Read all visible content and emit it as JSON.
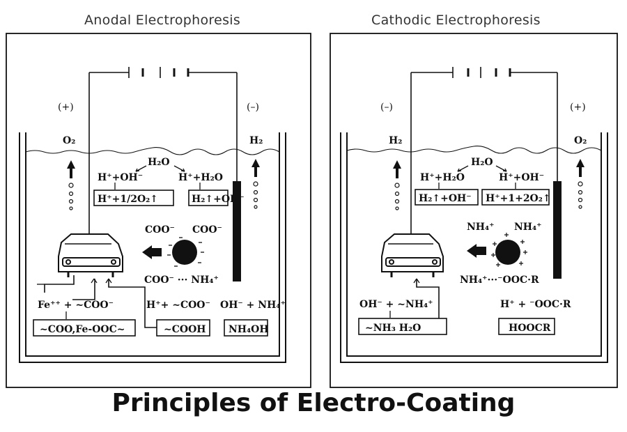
{
  "title": "Principles of Electro-Coating",
  "anodal": {
    "title": "Anodal Electrophoresis",
    "left_polarity": "(+)",
    "right_polarity": "(–)",
    "gas_left": "O₂",
    "gas_right": "H₂",
    "water": "H₂O",
    "dissoc_left": "H⁺+OH⁻",
    "dissoc_right": "H⁺+H₂O",
    "box_left": "H⁺+1/2O₂↑",
    "box_right": "H₂↑+OH⁻",
    "coo_left": "COO⁻",
    "coo_right": "COO⁻",
    "coo_nh": "COO⁻ ··· NH₄⁺",
    "fe_reaction": "Fe⁺⁺ + ~COO⁻",
    "fe_product": "~COO,Fe-OOC~",
    "h_reaction": "H⁺+ ~COO⁻",
    "h_product": "~COOH",
    "oh_reaction": "OH⁻ + NH₄⁺",
    "oh_product": "NH₄OH"
  },
  "cathodic": {
    "title": "Cathodic Electrophoresis",
    "left_polarity": "(–)",
    "right_polarity": "(+)",
    "gas_left": "H₂",
    "gas_right": "O₂",
    "water": "H₂O",
    "dissoc_left": "H⁺+H₂O",
    "dissoc_right": "H⁺+OH⁻",
    "box_left": "H₂↑+OH⁻",
    "box_right": "H⁺+1+2O₂↑",
    "nh_left": "NH₄⁺",
    "nh_right": "NH₄⁺",
    "nh_ooc": "NH₄⁺···⁻OOC·R",
    "oh_reaction": "OH⁻ + ~NH₄⁺",
    "oh_product": "~NH₃  H₂O",
    "h_reaction": "H⁺ + ⁻OOC·R",
    "h_product": "HOOCR"
  }
}
